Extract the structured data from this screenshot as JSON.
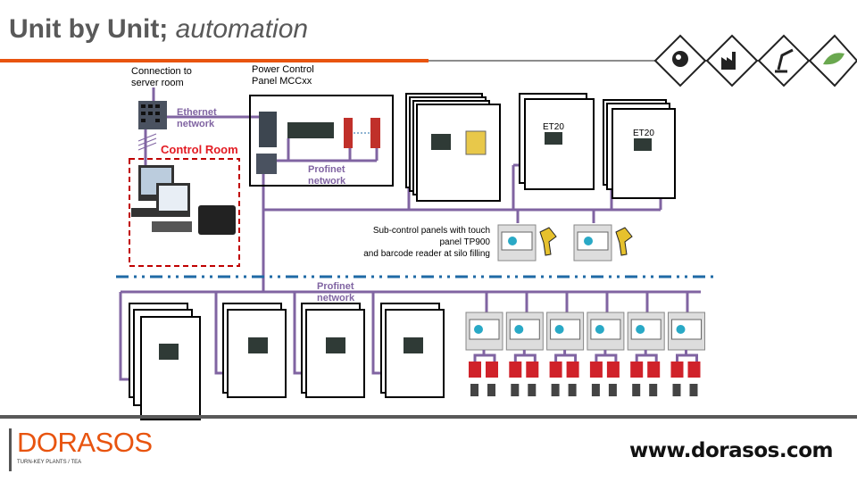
{
  "slide": {
    "title_bold": "Unit by Unit;",
    "title_italic": "automation",
    "accent_color": "#e8540f",
    "network_color": "#8064a2",
    "header_icons": [
      "brain-gears-icon",
      "factory-icon",
      "robot-arm-icon",
      "leaf-icon"
    ]
  },
  "diagram": {
    "server_label_1": "Connection to",
    "server_label_2": "server room",
    "mcc_label_1": "Power Control",
    "mcc_label_2": "Panel MCCxx",
    "ethernet_1": "Ethernet",
    "ethernet_2": "network",
    "control_room": "Control Room",
    "profinet_1": "Profinet",
    "profinet_2": "network",
    "et20_a": "ET20",
    "et20_b": "ET20",
    "sub_1": "Sub-control panels with touch",
    "sub_2": "panel TP900",
    "sub_3": "and barcode reader at silo filling",
    "bus_profinet_1": "Profinet",
    "bus_profinet_2": "network"
  },
  "footer": {
    "logo": "DORASOS",
    "tagline": "TURN-KEY PLANTS / TEA",
    "url": "www.dorasos.com"
  }
}
